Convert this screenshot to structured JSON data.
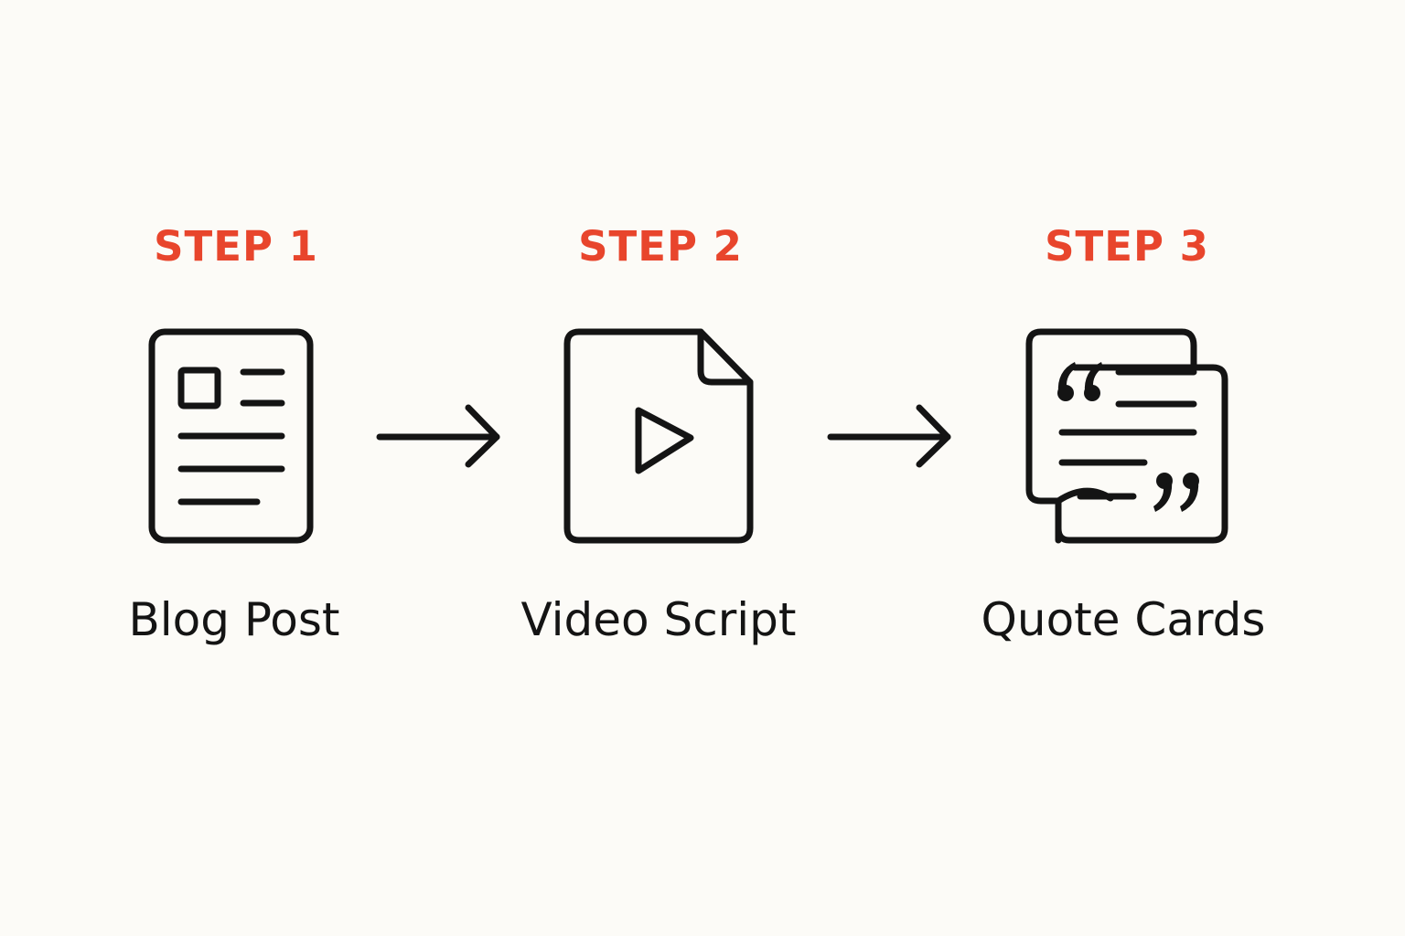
{
  "colors": {
    "background": "#fcfbf7",
    "accent": "#e8452c",
    "ink": "#141414"
  },
  "steps": [
    {
      "label": "STEP 1",
      "caption": "Blog Post",
      "icon": "document-icon"
    },
    {
      "label": "STEP 2",
      "caption": "Video Script",
      "icon": "video-file-icon"
    },
    {
      "label": "STEP 3",
      "caption": "Quote Cards",
      "icon": "quote-cards-icon"
    }
  ],
  "connectors": [
    {
      "from": "Blog Post",
      "to": "Video Script",
      "icon": "arrow-right-icon"
    },
    {
      "from": "Video Script",
      "to": "Quote Cards",
      "icon": "arrow-right-icon"
    }
  ]
}
